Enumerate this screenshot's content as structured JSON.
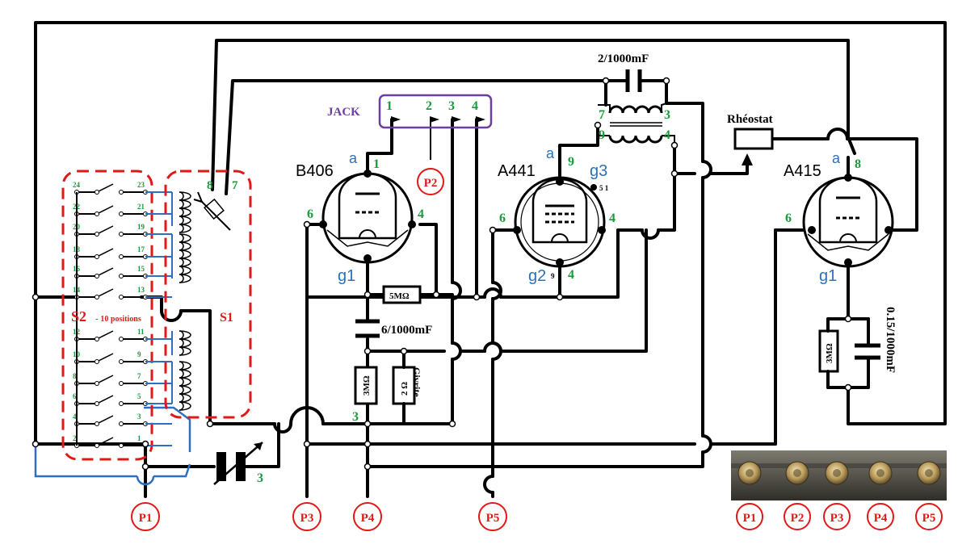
{
  "tubes": {
    "b406": {
      "name": "B406",
      "pins": {
        "a": "a",
        "pin1": "1",
        "pin6": "6",
        "pin4": "4",
        "g1": "g1"
      }
    },
    "a441": {
      "name": "A441",
      "pins": {
        "a": "a",
        "pin9": "9",
        "g3": "g3",
        "g3_small": "5 1",
        "pin6": "6",
        "pin4": "4",
        "g2": "g2",
        "g2_small": "9",
        "pin4b": "4"
      }
    },
    "a415": {
      "name": "A415",
      "pins": {
        "a": "a",
        "pin8": "8",
        "pin6": "6",
        "g1": "g1"
      }
    }
  },
  "components": {
    "cap_top": "2/1000mF",
    "cap_mid": "6/1000mF",
    "cap_right": "0.15/1000mF",
    "res_5m": "5MΩ",
    "res_3m_left": "3MΩ",
    "res_2ohm": "2 Ω",
    "givrite": "Givrite",
    "res_3m_right": "3MΩ",
    "rheostat": "Rhéostat",
    "transformer": {
      "p7": "7",
      "p3": "3",
      "p9": "9",
      "p4": "4"
    }
  },
  "jack": {
    "label": "JACK",
    "pins": [
      "1",
      "2",
      "3",
      "4"
    ]
  },
  "s1": {
    "label": "S1",
    "pin8": "8",
    "pin7": "7"
  },
  "s2": {
    "label": "S2",
    "sublabel": "10 positions",
    "left_numbers": [
      "24",
      "22",
      "20",
      "18",
      "16",
      "14",
      "12",
      "10",
      "8",
      "6",
      "4",
      "2"
    ],
    "right_numbers": [
      "23",
      "21",
      "19",
      "17",
      "15",
      "13",
      "11",
      "9",
      "7",
      "5",
      "3",
      "1"
    ]
  },
  "small_labels": {
    "label3_bottom": "3",
    "label3_var": "3"
  },
  "probes": [
    "P1",
    "P2",
    "P3",
    "P4",
    "P5"
  ],
  "photo_probes": [
    "P1",
    "P2",
    "P3",
    "P4",
    "P5"
  ],
  "colors": {
    "wire": "#000000",
    "pin_label": "#1a9a3a",
    "grid_label": "#2a72b8",
    "probe": "#e01818",
    "jack_box": "#6a3fa0",
    "alt_wire": "#2e6fbf"
  }
}
